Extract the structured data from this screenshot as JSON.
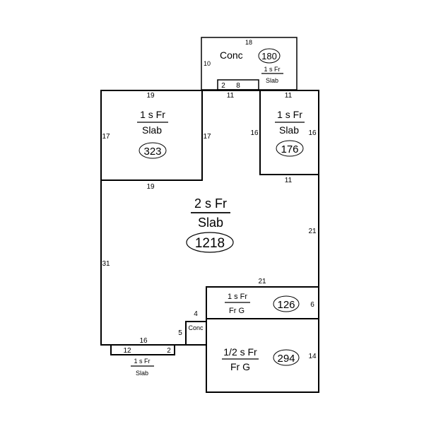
{
  "rooms": {
    "main": {
      "story": "2 s Fr",
      "foundation": "Slab",
      "area": "1218"
    },
    "left_upper": {
      "story": "1 s Fr",
      "foundation": "Slab",
      "area": "323"
    },
    "right_upper": {
      "story": "1 s Fr",
      "foundation": "Slab",
      "area": "176"
    },
    "top_conc": {
      "label": "Conc",
      "area": "180",
      "sub_story": "1 s Fr",
      "sub_foundation": "Slab"
    },
    "lower_right_top": {
      "story": "1 s Fr",
      "foundation": "Fr G",
      "area": "126"
    },
    "lower_right_bottom": {
      "story": "1/2 s Fr",
      "foundation": "Fr G",
      "area": "294"
    },
    "conc_small": {
      "label": "Conc"
    },
    "bottom_left_ext": {
      "story": "1 s Fr",
      "foundation": "Slab"
    }
  },
  "dimensions": {
    "top_conc_top": "18",
    "top_conc_left": "10",
    "top_notch_a": "2",
    "top_notch_b": "8",
    "left_upper_top": "19",
    "left_upper_left": "17",
    "left_upper_right": "17",
    "left_upper_bottom": "19",
    "right_upper_top": "11",
    "right_upper_top_outer": "11",
    "right_upper_left": "16",
    "right_upper_right": "16",
    "right_upper_bottom": "11",
    "main_right": "21",
    "main_left": "31",
    "lower_right_top_width": "21",
    "lower_right_top_right": "6",
    "conc_small_top": "4",
    "conc_small_left": "5",
    "main_bottom": "16",
    "ext_left": "12",
    "ext_right": "2",
    "lower_right_bottom_right": "14"
  }
}
